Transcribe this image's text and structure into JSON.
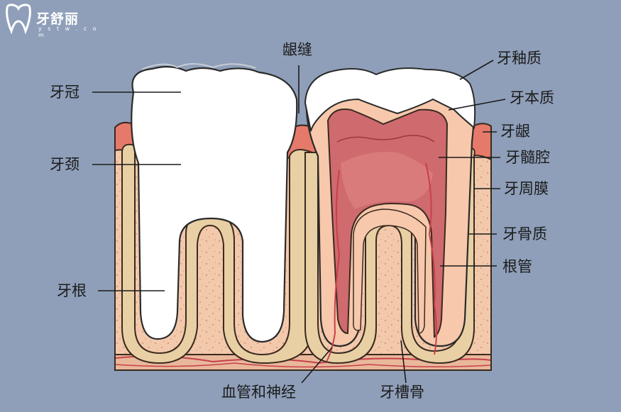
{
  "watermark": {
    "brand": "牙舒丽",
    "domain": "y s t w . c o m"
  },
  "labels": {
    "crown": "牙冠",
    "neck": "牙颈",
    "root": "牙根",
    "gum_groove": "龈缝",
    "enamel": "牙釉质",
    "dentin": "牙本质",
    "gum": "牙龈",
    "pulp_cavity": "牙髓腔",
    "periodontal_membrane": "牙周膜",
    "cementum": "牙骨质",
    "root_canal": "根管",
    "vessels_nerves": "血管和神经",
    "alveolar_bone": "牙槽骨"
  },
  "colors": {
    "background": "#8f9fb9",
    "bone": "#f3c9ac",
    "bone_dots": "#d89c80",
    "enamel": "#ffffff",
    "dentin": "#f7c8ab",
    "pulp": "#cf6a6e",
    "cementum": "#e8d0a4",
    "gum": "#e67a6a",
    "vessel": "#c7404a"
  }
}
